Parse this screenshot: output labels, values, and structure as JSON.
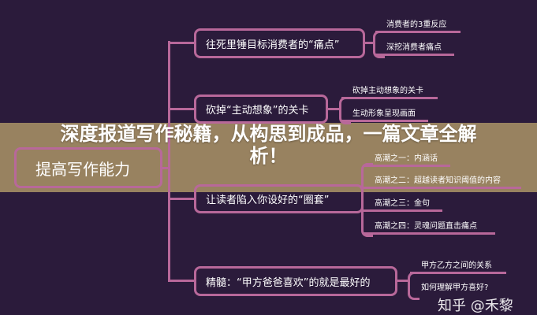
{
  "root": "提高写作能力",
  "branches": [
    {
      "label": "往死里锤目标消费者的“痛点”",
      "leaves": [
        "消费者的3重反应",
        "深挖消费者痛点"
      ]
    },
    {
      "label": "砍掉“主动想象”的关卡",
      "leaves": [
        "砍掉主动想象的关卡",
        "生动形象呈现画面"
      ]
    },
    {
      "label": "让读者陷入你设好的“圈套”",
      "leaves": [
        "高潮之一：内涵话",
        "高潮之二：超越读者知识阈值的内容",
        "高潮之三：金句",
        "高潮之四：灵魂问题直击痛点"
      ]
    },
    {
      "label": "精髓：“甲方爸爸喜欢”的就是最好的",
      "leaves": [
        "甲方乙方之间的关系",
        "如何理解甲方喜好?"
      ]
    }
  ],
  "overlay_title": "深度报道写作秘籍，从构思到成品，一篇文章全解析！",
  "watermark": "知乎 @禾黎"
}
